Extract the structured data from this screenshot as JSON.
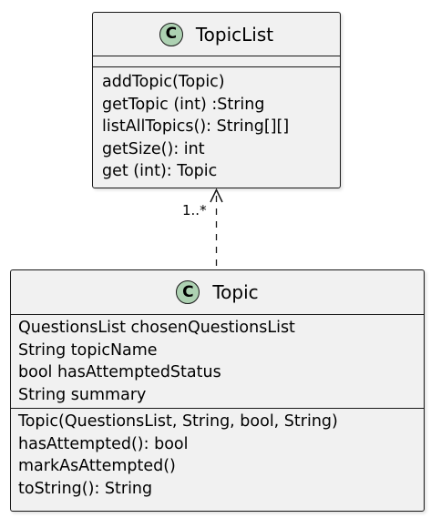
{
  "classes": {
    "topic_list": {
      "stereotype": "C",
      "name": "TopicList",
      "fields": [],
      "methods": [
        "addTopic(Topic)",
        "getTopic (int) :String",
        "listAllTopics(): String[][]",
        "getSize(): int",
        "get (int): Topic"
      ]
    },
    "topic": {
      "stereotype": "C",
      "name": "Topic",
      "fields": [
        "QuestionsList chosenQuestionsList",
        "String topicName",
        "bool hasAttemptedStatus",
        "String summary"
      ],
      "methods": [
        "Topic(QuestionsList, String, bool, String)",
        "hasAttempted(): bool",
        "markAsAttempted()",
        "toString(): String"
      ]
    }
  },
  "relation": {
    "multiplicity": "1..*"
  },
  "colors": {
    "class_fill": "#f1f1f1",
    "border": "#181818",
    "stereotype_circle": "#add1b2"
  }
}
